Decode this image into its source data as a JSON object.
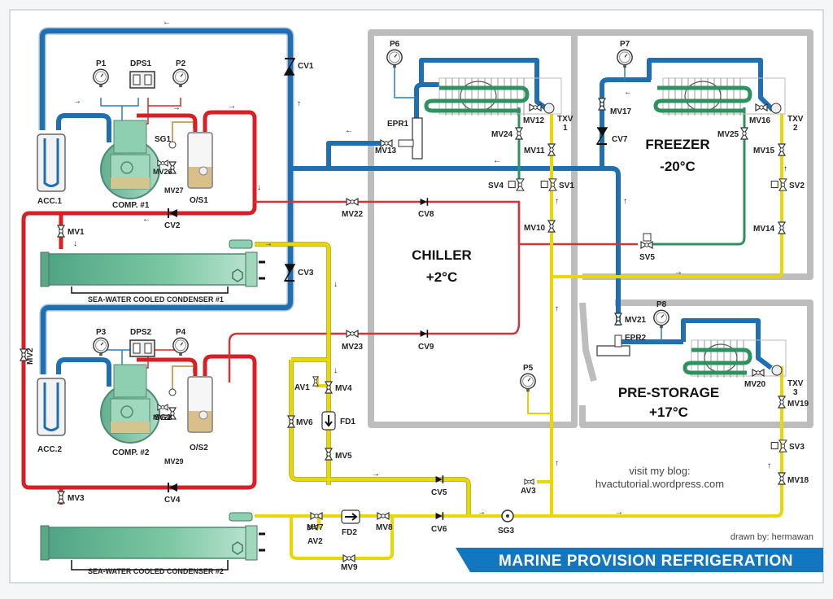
{
  "title": "MARINE PROVISION REFRIGERATION",
  "credits": {
    "blog_line1": "visit my blog:",
    "blog_line2": "hvactutorial.wordpress.com",
    "drawn_by": "drawn by: hermawan"
  },
  "colors": {
    "suction_line": "#1e6fb4",
    "discharge_line": "#d81f26",
    "hot_gas_line": "#c9383c",
    "liquid_line": "#e9d800",
    "evaporator_coil": "#2e9160",
    "equipment_green": "#7cc7a3",
    "title_banner": "#1277c0",
    "room_wall": "#bdbdbd"
  },
  "rooms": [
    {
      "id": "chiller",
      "name": "CHILLER",
      "temp": "+2°C"
    },
    {
      "id": "freezer",
      "name": "FREEZER",
      "temp": "-20°C"
    },
    {
      "id": "pre_storage",
      "name": "PRE-STORAGE",
      "temp": "+17°C"
    }
  ],
  "equipment": {
    "acc1": "ACC.1",
    "acc2": "ACC.2",
    "comp1": "COMP. #1",
    "comp2": "COMP. #2",
    "os1": "O/S1",
    "os2": "O/S2",
    "cond1": "SEA-WATER COOLED CONDENSER #1",
    "cond2": "SEA-WATER COOLED CONDENSER #2",
    "fd1": "FD1",
    "fd2": "FD2",
    "epr1": "EPR1",
    "epr2": "EPR2",
    "txv1": [
      "TXV",
      "1"
    ],
    "txv2": [
      "TXV",
      "2"
    ],
    "txv3": [
      "TXV",
      "3"
    ]
  },
  "gauges": {
    "P1": "P1",
    "P2": "P2",
    "P3": "P3",
    "P4": "P4",
    "P5": "P5",
    "P6": "P6",
    "P7": "P7",
    "P8": "P8",
    "DPS1": "DPS1",
    "DPS2": "DPS2",
    "SG1": "SG1",
    "SG2": "SG2",
    "SG3": "SG3"
  },
  "check_valves": {
    "CV1": "CV1",
    "CV2": "CV2",
    "CV3": "CV3",
    "CV4": "CV4",
    "CV5": "CV5",
    "CV6": "CV6",
    "CV7": "CV7",
    "CV8": "CV8",
    "CV9": "CV9"
  },
  "solenoid_valves": {
    "SV1": "SV1",
    "SV2": "SV2",
    "SV3": "SV3",
    "SV4": "SV4",
    "SV5": "SV5"
  },
  "access_valves": {
    "AV1": "AV1",
    "AV2": "AV2",
    "AV3": "AV3"
  },
  "manual_valves": {
    "MV1": "MV1",
    "MV2": "MV2",
    "MV3": "MV3",
    "MV4": "MV4",
    "MV5": "MV5",
    "MV6": "MV6",
    "MV7": "MV7",
    "MV8": "MV8",
    "MV9": "MV9",
    "MV10": "MV10",
    "MV11": "MV11",
    "MV12": "MV12",
    "MV13": "MV13",
    "MV14": "MV14",
    "MV15": "MV15",
    "MV16": "MV16",
    "MV17": "MV17",
    "MV18": "MV18",
    "MV19": "MV19",
    "MV20": "MV20",
    "MV21": "MV21",
    "MV22": "MV22",
    "MV23": "MV23",
    "MV24": "MV24",
    "MV25": "MV25",
    "MV26": "MV26",
    "MV27": "MV27",
    "MV28": "MV28",
    "MV29": "MV29"
  },
  "flow_arrows": {
    "left": "←",
    "right": "→",
    "up": "↑",
    "down": "↓"
  }
}
